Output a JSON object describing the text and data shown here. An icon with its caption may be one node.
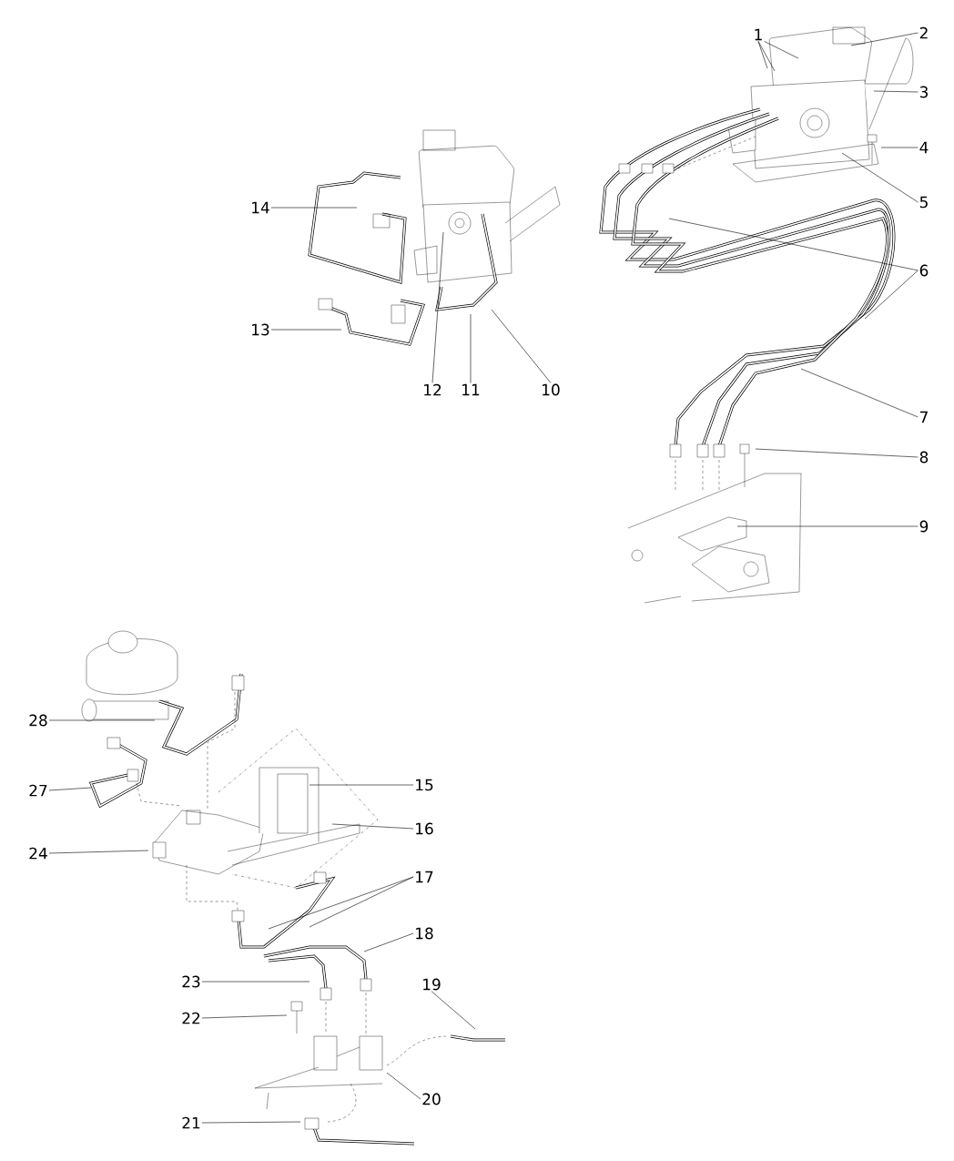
{
  "diagram": {
    "nodes": [
      {
        "text": [
          "1"
        ]
      },
      {
        "text": [
          "2"
        ]
      },
      {
        "text": [
          "3"
        ]
      },
      {
        "text": [
          "4"
        ]
      },
      {
        "text": [
          "5"
        ]
      },
      {
        "text": [
          "14"
        ]
      },
      {
        "text": [
          "6"
        ]
      },
      {
        "text": [
          "13"
        ]
      },
      {
        "text": [
          "12"
        ]
      },
      {
        "text": [
          "11"
        ]
      },
      {
        "text": [
          "10"
        ]
      },
      {
        "text": [
          "7"
        ]
      },
      {
        "text": [
          "8"
        ]
      },
      {
        "text": [
          "9"
        ]
      },
      {
        "text": [
          "28"
        ]
      },
      {
        "text": [
          "15"
        ]
      },
      {
        "text": [
          "27"
        ]
      },
      {
        "text": [
          "16"
        ]
      },
      {
        "text": [
          "24"
        ]
      },
      {
        "text": [
          "17"
        ]
      },
      {
        "text": [
          "18"
        ]
      },
      {
        "text": [
          "23"
        ]
      },
      {
        "text": [
          "19"
        ]
      },
      {
        "text": [
          "22"
        ]
      },
      {
        "text": [
          "20"
        ]
      },
      {
        "text": [
          "21"
        ]
      }
    ],
    "edges": [
      {
        "from": 0,
        "to": null,
        "arrow": "none"
      },
      {
        "from": 0,
        "to": null,
        "arrow": "none"
      },
      {
        "from": 0,
        "to": null,
        "arrow": "none"
      },
      {
        "from": 1,
        "to": null,
        "arrow": "none"
      },
      {
        "from": 2,
        "to": null,
        "arrow": "none"
      },
      {
        "from": 3,
        "to": null,
        "arrow": "none"
      },
      {
        "from": 4,
        "to": null,
        "arrow": "none"
      },
      {
        "from": 5,
        "to": null,
        "arrow": "none"
      },
      {
        "from": 6,
        "to": null,
        "arrow": "none"
      },
      {
        "from": 6,
        "to": null,
        "arrow": "none"
      },
      {
        "from": 7,
        "to": null,
        "arrow": "none"
      },
      {
        "from": 8,
        "to": null,
        "arrow": "none"
      },
      {
        "from": 9,
        "to": null,
        "arrow": "none"
      },
      {
        "from": 10,
        "to": null,
        "arrow": "none"
      },
      {
        "from": 11,
        "to": null,
        "arrow": "none"
      },
      {
        "from": 12,
        "to": null,
        "arrow": "none"
      },
      {
        "from": 13,
        "to": null,
        "arrow": "none"
      },
      {
        "from": 14,
        "to": null,
        "arrow": "none"
      },
      {
        "from": 15,
        "to": null,
        "arrow": "none"
      },
      {
        "from": 16,
        "to": null,
        "arrow": "none"
      },
      {
        "from": 17,
        "to": null,
        "arrow": "none"
      },
      {
        "from": 18,
        "to": null,
        "arrow": "none"
      },
      {
        "from": 19,
        "to": null,
        "arrow": "none"
      },
      {
        "from": 19,
        "to": null,
        "arrow": "none"
      },
      {
        "from": 20,
        "to": null,
        "arrow": "none"
      },
      {
        "from": 21,
        "to": null,
        "arrow": "none"
      },
      {
        "from": 22,
        "to": null,
        "arrow": "none"
      },
      {
        "from": 23,
        "to": null,
        "arrow": "none"
      },
      {
        "from": 24,
        "to": null,
        "arrow": "none"
      },
      {
        "from": 25,
        "to": null,
        "arrow": "none"
      }
    ]
  }
}
